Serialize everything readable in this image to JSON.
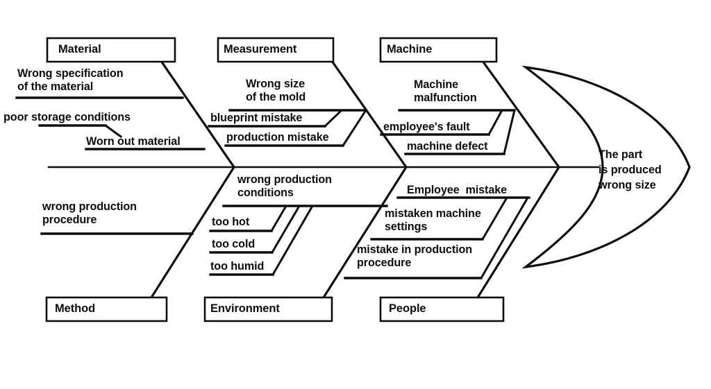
{
  "diagram": {
    "type": "fishbone-ishikawa",
    "effect": {
      "text": "The part\nis produced\nwrong size"
    },
    "categories": [
      {
        "key": "material",
        "label": "Material",
        "position": "top-left",
        "causes": [
          {
            "text": "Wrong specification\nof the material"
          },
          {
            "text": "poor storage conditions"
          },
          {
            "text": "Worn out material"
          }
        ]
      },
      {
        "key": "measurement",
        "label": "Measurement",
        "position": "top-center",
        "causes": [
          {
            "text": "Wrong size\nof the mold"
          },
          {
            "text": "blueprint mistake"
          },
          {
            "text": "production mistake"
          }
        ]
      },
      {
        "key": "machine",
        "label": "Machine",
        "position": "top-right",
        "causes": [
          {
            "text": "Machine\nmalfunction"
          },
          {
            "text": "employee's fault"
          },
          {
            "text": "machine defect"
          }
        ]
      },
      {
        "key": "method",
        "label": "Method",
        "position": "bottom-left",
        "causes": [
          {
            "text": "wrong production\nprocedure"
          }
        ]
      },
      {
        "key": "environment",
        "label": "Environment",
        "position": "bottom-center",
        "causes": [
          {
            "text": "wrong production\nconditions"
          },
          {
            "text": "too hot"
          },
          {
            "text": "too cold"
          },
          {
            "text": "too humid"
          }
        ]
      },
      {
        "key": "people",
        "label": "People",
        "position": "bottom-right",
        "causes": [
          {
            "text": "Employee  mistake"
          },
          {
            "text": "mistaken machine\nsettings"
          },
          {
            "text": "mistake in production\nprocedure"
          }
        ]
      }
    ],
    "colors": {
      "line": "#0d0d0d",
      "text": "#0d0d0d",
      "background": "#ffffff"
    }
  },
  "labels": {
    "material_cat": "Material",
    "measurement_cat": "Measurement",
    "machine_cat": "Machine",
    "method_cat": "Method",
    "environment_cat": "Environment",
    "people_cat": "People",
    "mat_c1": "Wrong specification\nof the material",
    "mat_c2": "poor storage conditions",
    "mat_c3": "Worn out material",
    "meas_c1": "Wrong size\nof the mold",
    "meas_c2": "blueprint mistake",
    "meas_c3": "production mistake",
    "mach_c1": "Machine\nmalfunction",
    "mach_c2": "employee's fault",
    "mach_c3": "machine defect",
    "meth_c1": "wrong production\nprocedure",
    "env_c1": "wrong production\nconditions",
    "env_c2": "too hot",
    "env_c3": "too cold",
    "env_c4": "too humid",
    "peo_c1": "Employee  mistake",
    "peo_c2": "mistaken machine\nsettings",
    "peo_c3": "mistake in production\nprocedure",
    "effect_text": "The part\nis produced\nwrong size"
  }
}
